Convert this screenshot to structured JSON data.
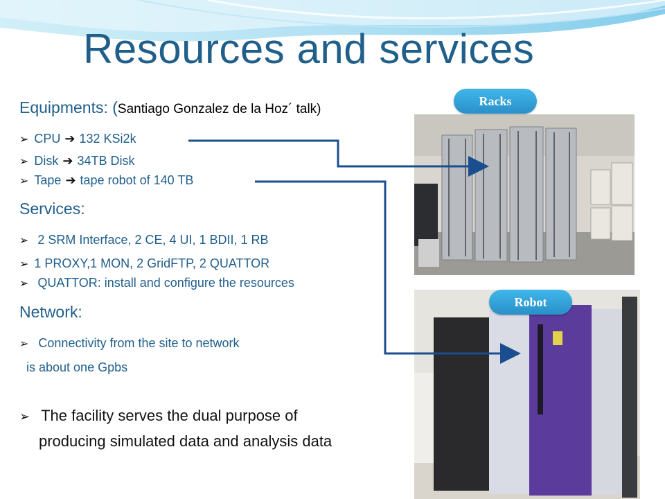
{
  "slide": {
    "title": "Resources and services",
    "equipments": {
      "heading": "Equipments: (",
      "note": "Santiago Gonzalez de la Hoz´ talk)",
      "items": [
        {
          "label": "CPU",
          "value": "132 KSi2k"
        },
        {
          "label": "Disk",
          "value": "34TB Disk"
        },
        {
          "label": "Tape",
          "value": "tape robot of 140 TB"
        }
      ]
    },
    "services": {
      "heading": "Services:",
      "items": [
        " 2 SRM Interface, 2 CE, 4 UI, 1 BDII, 1 RB",
        "1 PROXY,1 MON, 2 GridFTP, 2 QUATTOR",
        " QUATTOR: install and configure the resources"
      ]
    },
    "network": {
      "heading": "Network:",
      "line1": "Connectivity from the site to network",
      "line2": "is about  one Gpbs"
    },
    "facility": {
      "line1": "The facility serves the dual purpose of",
      "line2": "producing simulated data and analysis data"
    },
    "labels": {
      "racks": "Racks",
      "robot": "Robot"
    }
  },
  "colors": {
    "title": "#1f5f8a",
    "text_blue": "#1f5e8c",
    "pill": "#2fa3db",
    "connector": "#1a4e8f"
  }
}
